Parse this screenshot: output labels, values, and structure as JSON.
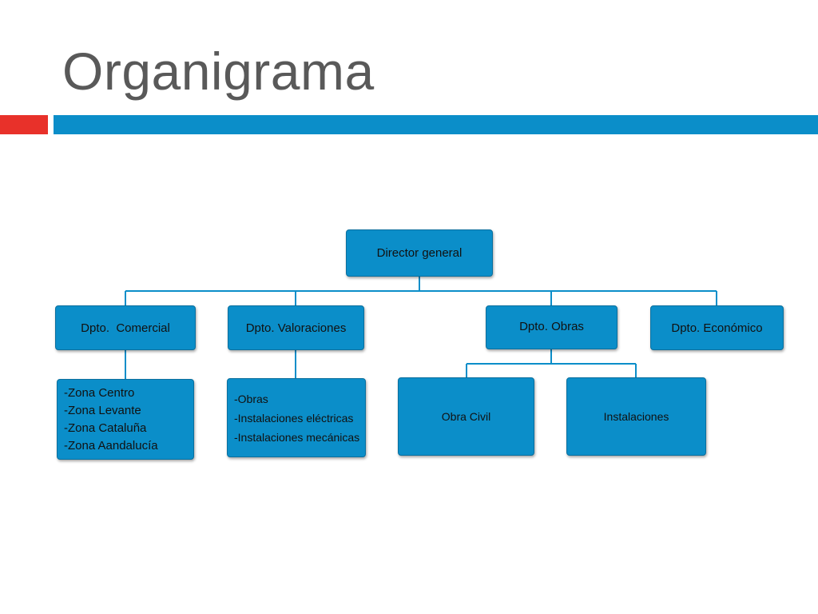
{
  "slide": {
    "title": "Organigrama",
    "colors": {
      "title_text": "#595959",
      "accent_red": "#e8312a",
      "accent_blue": "#0b8ec9",
      "box_fill": "#0b8ec9",
      "connector": "#0b8ec9"
    }
  },
  "org_chart": {
    "root": {
      "label": "Director general"
    },
    "departments": [
      {
        "label": "Dpto.  Comercial",
        "details": [
          "-Zona Centro",
          "-Zona Levante",
          "-Zona Cataluña",
          "-Zona Aandalucía"
        ]
      },
      {
        "label": "Dpto. Valoraciones",
        "details": [
          "-Obras",
          "-Instalaciones eléctricas",
          "-Instalaciones mecánicas"
        ]
      },
      {
        "label": "Dpto. Obras",
        "children": [
          {
            "label": "Obra Civil"
          },
          {
            "label": "Instalaciones"
          }
        ]
      },
      {
        "label": "Dpto. Económico"
      }
    ]
  }
}
